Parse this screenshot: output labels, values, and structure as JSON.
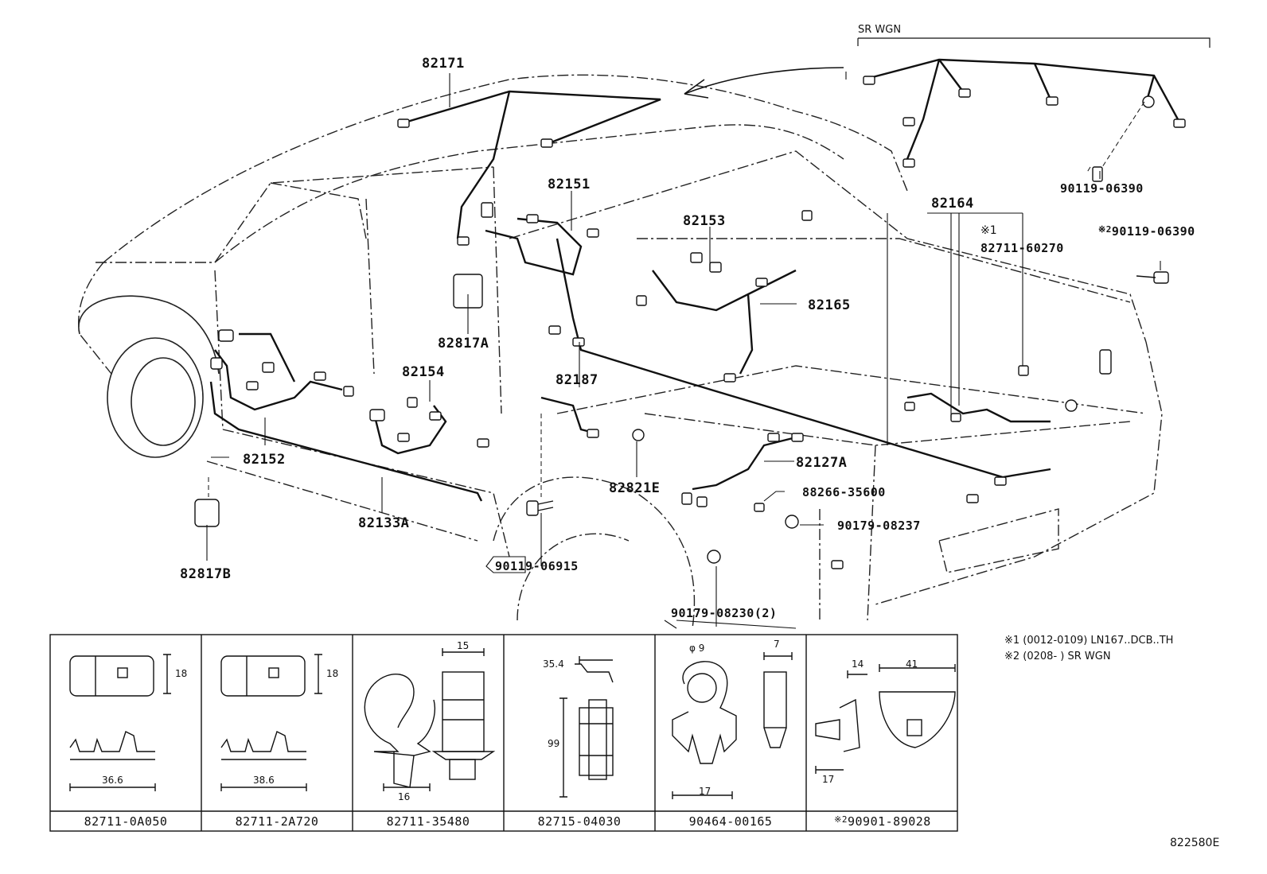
{
  "header": {
    "variant": "SR WGN"
  },
  "callouts": {
    "p82171": "82171",
    "p82151": "82151",
    "p82153": "82153",
    "p82164": "82164",
    "p82165": "82165",
    "p82817A": "82817A",
    "p82154": "82154",
    "p82187": "82187",
    "p82152": "82152",
    "p82127A": "82127A",
    "p82821E": "82821E",
    "p88266": "88266-35600",
    "p90179_08237": "90179-08237",
    "p82133A": "82133A",
    "p90119_06915": "90119-06915",
    "p82817B": "82817B",
    "p90179_08230": "90179-08230(2)",
    "p90119_06390_top": "90119-06390",
    "p90119_06390_mark": "90119-06390",
    "p82711_60270": "82711-60270"
  },
  "marks": {
    "m1": "※1",
    "m2": "※2"
  },
  "notes": {
    "note1": "※1 (0012-0109) LN167..DCB..TH",
    "note2": "※2 (0208-        ) SR WGN"
  },
  "dims": {
    "d18a": "18",
    "d366a": "36.6",
    "d18b": "18",
    "d386b": "38.6",
    "d15": "15",
    "d16": "16",
    "d354": "35.4",
    "d99": "99",
    "dphi9": "φ 9",
    "d7": "7",
    "d17": "17",
    "d14": "14",
    "d41": "41",
    "d17b": "17"
  },
  "parts_table": [
    {
      "label": "82711-0A050"
    },
    {
      "label": "82711-2A720"
    },
    {
      "label": "82711-35480"
    },
    {
      "label": "82715-04030"
    },
    {
      "label": "90464-00165"
    },
    {
      "label": "90901-89028",
      "mark": "※2"
    }
  ],
  "figure_id": "822580E"
}
